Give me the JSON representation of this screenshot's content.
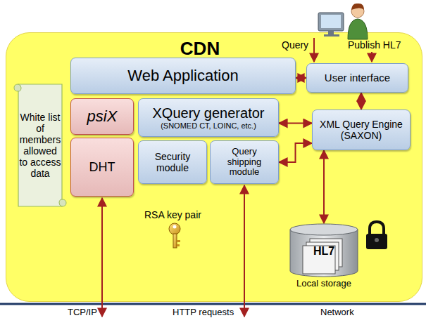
{
  "diagram": {
    "nodes": [
      {
        "text": [
          "CDN"
        ]
      },
      {
        "text": [
          "Web Application"
        ],
        "in": 0
      },
      {
        "text": [
          "User interface"
        ],
        "in": 0
      },
      {
        "text": [
          "White list of members allowed to access data"
        ],
        "in": 0
      },
      {
        "text": [
          "psiX"
        ],
        "in": 0
      },
      {
        "text": [
          "XQuery generator",
          "(SNOMED CT, LOINC, etc.)"
        ],
        "in": 0
      },
      {
        "text": [
          "XML Query Engine (SAXON)"
        ],
        "in": 0
      },
      {
        "text": [
          "DHT"
        ],
        "in": 0
      },
      {
        "text": [
          "Security module"
        ],
        "in": 0
      },
      {
        "text": [
          "Query shipping module"
        ],
        "in": 0
      },
      {
        "text": [
          "HL7",
          "Local storage"
        ],
        "in": 0
      }
    ],
    "edges": [
      {
        "from": 1,
        "to": 2,
        "arrow": "both"
      },
      {
        "from": 2,
        "to": 6,
        "arrow": "both"
      },
      {
        "from": 5,
        "to": 6,
        "arrow": "both"
      },
      {
        "from": 9,
        "to": 6,
        "arrow": "both"
      },
      {
        "from": 6,
        "to": 10,
        "arrow": "both"
      }
    ],
    "labels": [
      "Query",
      "Publish HL7",
      "RSA key pair",
      "TCP/IP",
      "HTTP requests",
      "Network"
    ]
  }
}
